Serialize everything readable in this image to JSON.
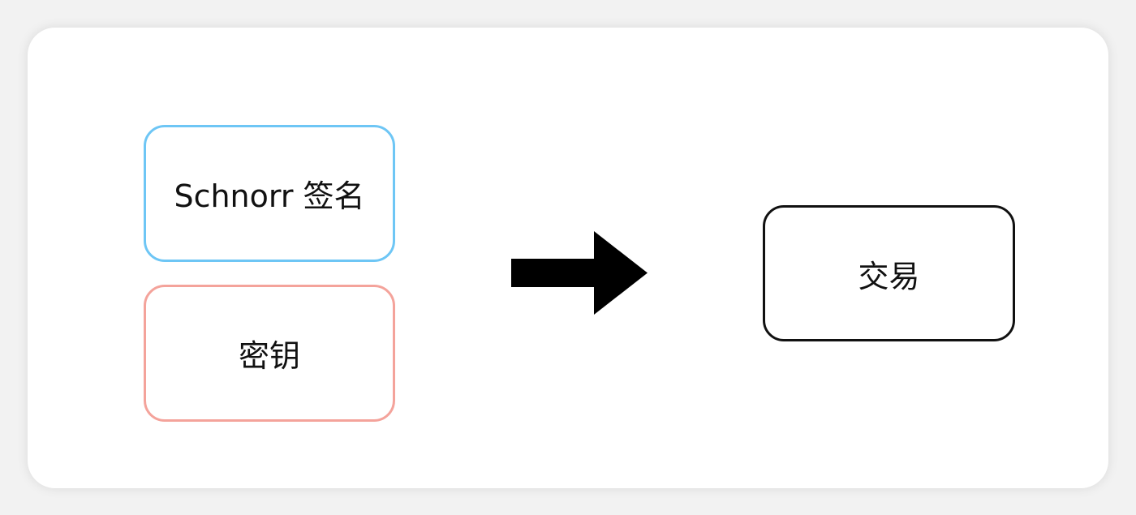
{
  "diagram": {
    "nodes": {
      "signature": {
        "label": "Schnorr 签名",
        "border_color": "#6ec6f5"
      },
      "key": {
        "label": "密钥",
        "border_color": "#f4a39b"
      },
      "transaction": {
        "label": "交易",
        "border_color": "#111111"
      }
    },
    "edges": [
      {
        "from": [
          "signature",
          "key"
        ],
        "to": "transaction",
        "color": "#000000"
      }
    ]
  }
}
